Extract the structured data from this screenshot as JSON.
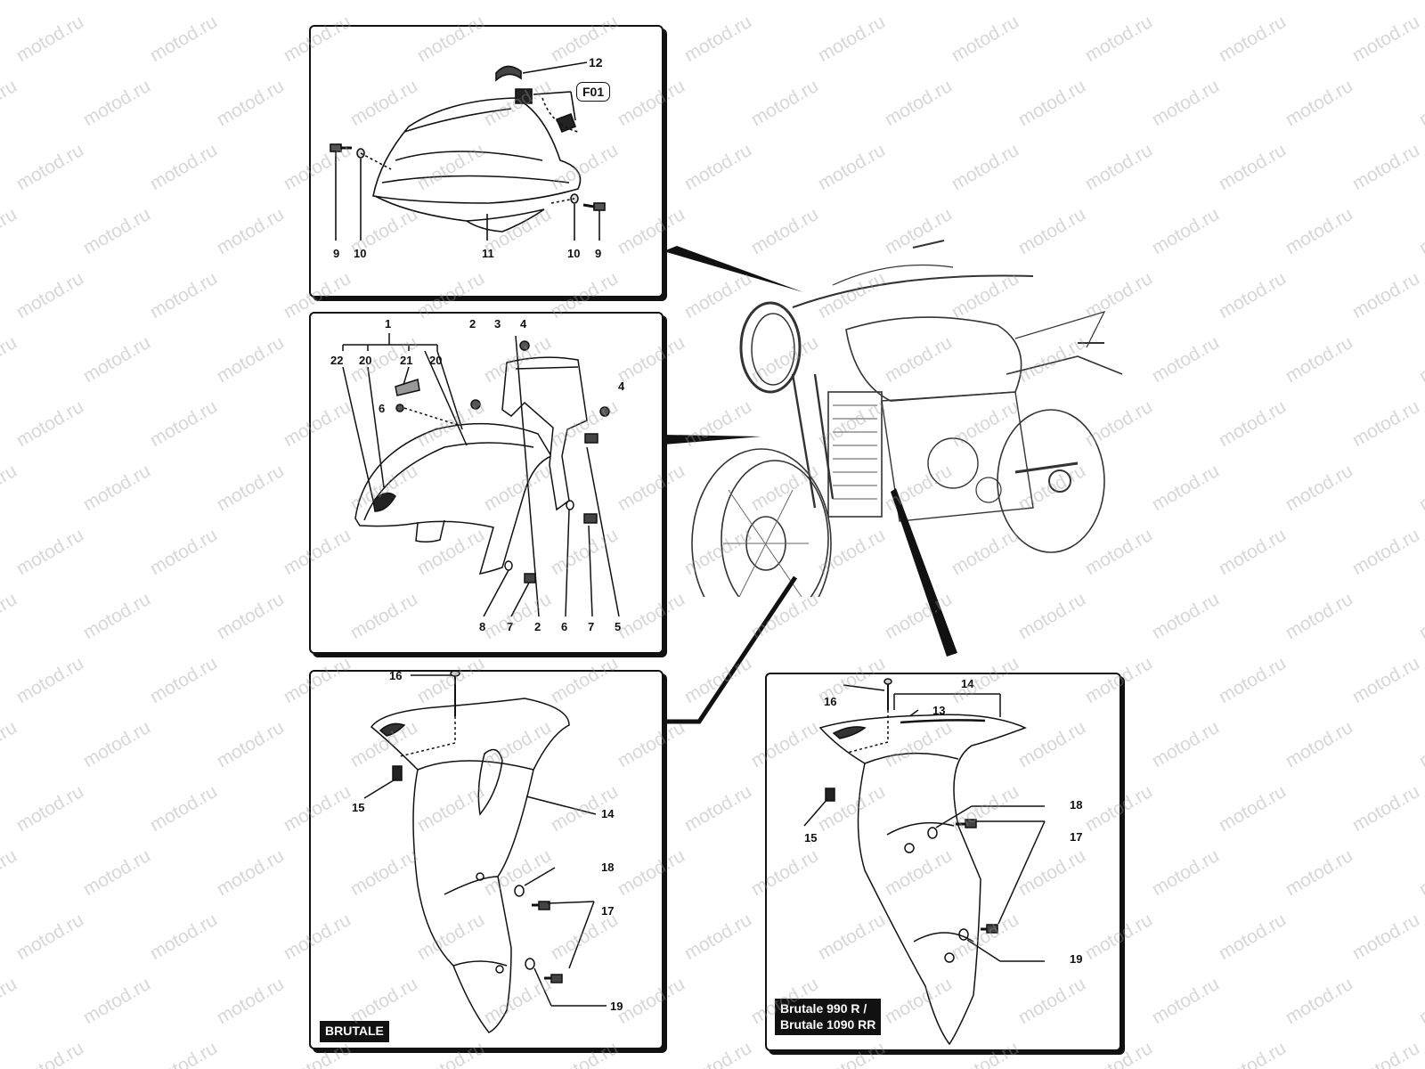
{
  "watermark": "motod.ru",
  "callouts": {
    "seat": {
      "n12": "12",
      "f01": "F01",
      "n9a": "9",
      "n10a": "10",
      "n11": "11",
      "n10b": "10",
      "n9b": "9"
    },
    "fender": {
      "n1": "1",
      "n2t": "2",
      "n3": "3",
      "n4t": "4",
      "n22": "22",
      "n20a": "20",
      "n21": "21",
      "n20b": "20",
      "n6t": "6",
      "n4r": "4",
      "n8": "8",
      "n7a": "7",
      "n2b": "2",
      "n6b": "6",
      "n7b": "7",
      "n5": "5"
    },
    "shroud_std": {
      "n16": "16",
      "n15": "15",
      "n14": "14",
      "n18": "18",
      "n17": "17",
      "n19": "19"
    },
    "shroud_r": {
      "n14": "14",
      "n16": "16",
      "n13": "13",
      "n18": "18",
      "n17": "17",
      "n15": "15",
      "n19": "19"
    }
  },
  "badges": {
    "std": "BRUTALE",
    "r_line1": "Brutale 990 R /",
    "r_line2": "Brutale 1090 RR"
  },
  "colors": {
    "line": "#111111",
    "watermark": "#969696",
    "badge_bg": "#111111",
    "badge_fg": "#ffffff"
  }
}
